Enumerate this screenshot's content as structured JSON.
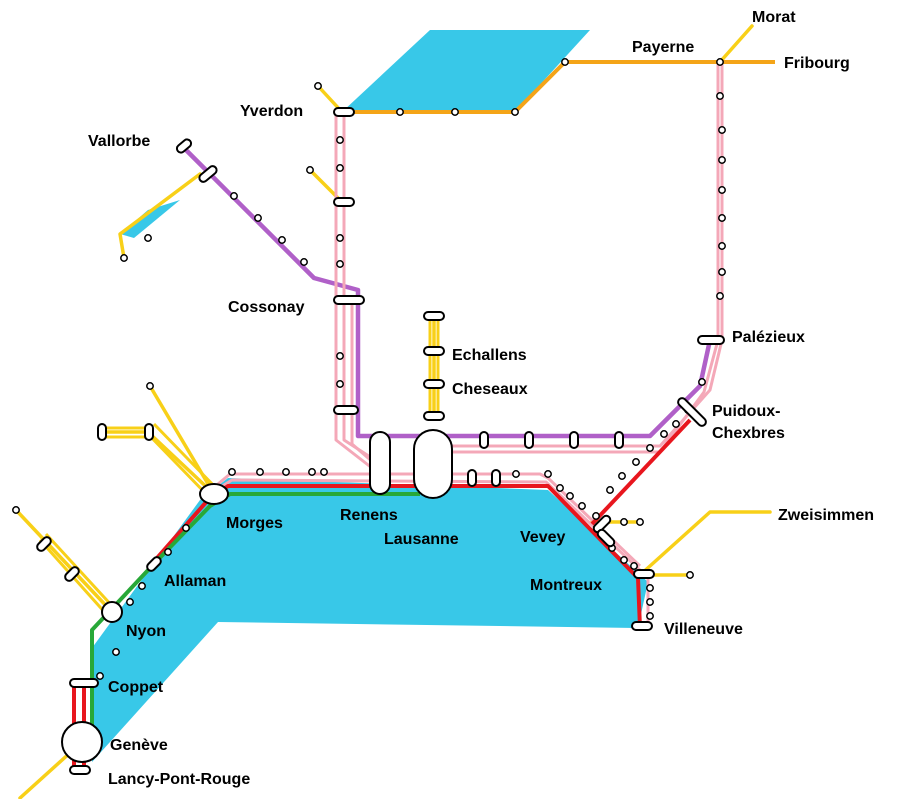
{
  "colors": {
    "lake": "#38C8E8",
    "red_line": "#E8161E",
    "pink_line": "#F4A8B8",
    "purple_line": "#B060C8",
    "orange_line": "#F4A418",
    "yellow_line": "#F8D018",
    "green_line": "#28A838",
    "station_fill": "#ffffff",
    "station_stroke": "#000000"
  },
  "stations": {
    "morat": "Morat",
    "payerne": "Payerne",
    "fribourg": "Fribourg",
    "yverdon": "Yverdon",
    "vallorbe": "Vallorbe",
    "cossonay": "Cossonay",
    "palezieux": "Palézieux",
    "echallens": "Echallens",
    "cheseaux": "Cheseaux",
    "puidoux_1": "Puidoux-",
    "puidoux_2": "Chexbres",
    "zweisimmen": "Zweisimmen",
    "renens": "Renens",
    "morges": "Morges",
    "lausanne": "Lausanne",
    "vevey": "Vevey",
    "allaman": "Allaman",
    "montreux": "Montreux",
    "nyon": "Nyon",
    "villeneuve": "Villeneuve",
    "coppet": "Coppet",
    "geneve": "Genève",
    "lancy": "Lancy-Pont-Rouge"
  }
}
